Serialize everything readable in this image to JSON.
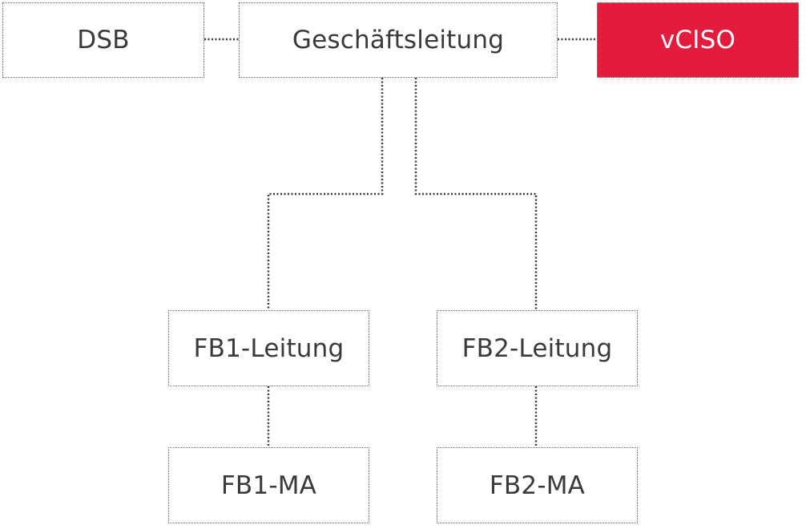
{
  "nodes": {
    "dsb": {
      "label": "DSB"
    },
    "geschaeftsleitung": {
      "label": "Geschäftsleitung"
    },
    "vciso": {
      "label": "vCISO"
    },
    "fb1_leitung": {
      "label": "FB1-Leitung"
    },
    "fb2_leitung": {
      "label": "FB2-Leitung"
    },
    "fb1_ma": {
      "label": "FB1-MA"
    },
    "fb2_ma": {
      "label": "FB2-MA"
    }
  },
  "edges": [
    {
      "from": "geschaeftsleitung",
      "to": "dsb"
    },
    {
      "from": "geschaeftsleitung",
      "to": "vciso"
    },
    {
      "from": "geschaeftsleitung",
      "to": "fb1_leitung"
    },
    {
      "from": "geschaeftsleitung",
      "to": "fb2_leitung"
    },
    {
      "from": "fb1_leitung",
      "to": "fb1_ma"
    },
    {
      "from": "fb2_leitung",
      "to": "fb2_ma"
    }
  ],
  "colors": {
    "accent": "#e31b3c",
    "border": "#6b6b6b",
    "text": "#3a3a3a",
    "accent_text": "#ffffff"
  },
  "line_style": "dotted"
}
